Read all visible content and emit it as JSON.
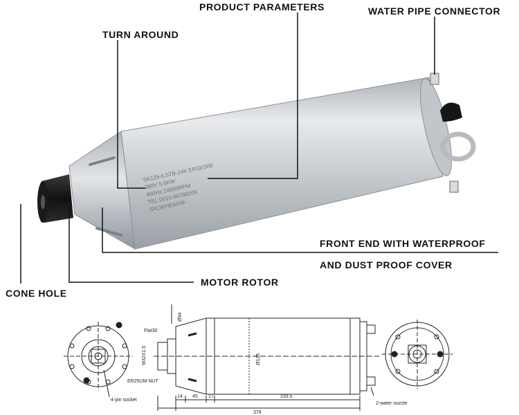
{
  "callouts": {
    "product_parameters": "PRODUCT PARAMETERS",
    "water_pipe_connector": "WATER PIPE CONNECTOR",
    "turn_around": "TURN AROUND",
    "front_end_line1": "FRONT END WITH WATERPROOF",
    "front_end_line2": "AND DUST PROOF COVER",
    "motor_rotor": "MOTOR ROTOR",
    "cone_hole": "CONE HOLE"
  },
  "nameplate": {
    "line1": "SK125-5.5TB-24K  ER32/300",
    "line2": "380V          5.5KW",
    "line3": "400Hz        24000RPM",
    "line4": "TEL:0513-86788206",
    "line5": "SN:3KHE6049"
  },
  "drawing": {
    "flat": "Flat30",
    "thread": "M32X1.5",
    "collet": "ER25UM NUT",
    "socket": "4-pin socket",
    "nozzle": "2-water nozzle",
    "dia_top": "Ø94",
    "dia_body": "Ø125",
    "dims": {
      "d14": "14",
      "d45": "45",
      "d17": "17.",
      "d2335": "233.5",
      "d378": "378"
    }
  },
  "colors": {
    "body": "#c7cbcf",
    "dark": "#1d1d1d",
    "line": "#222222"
  }
}
